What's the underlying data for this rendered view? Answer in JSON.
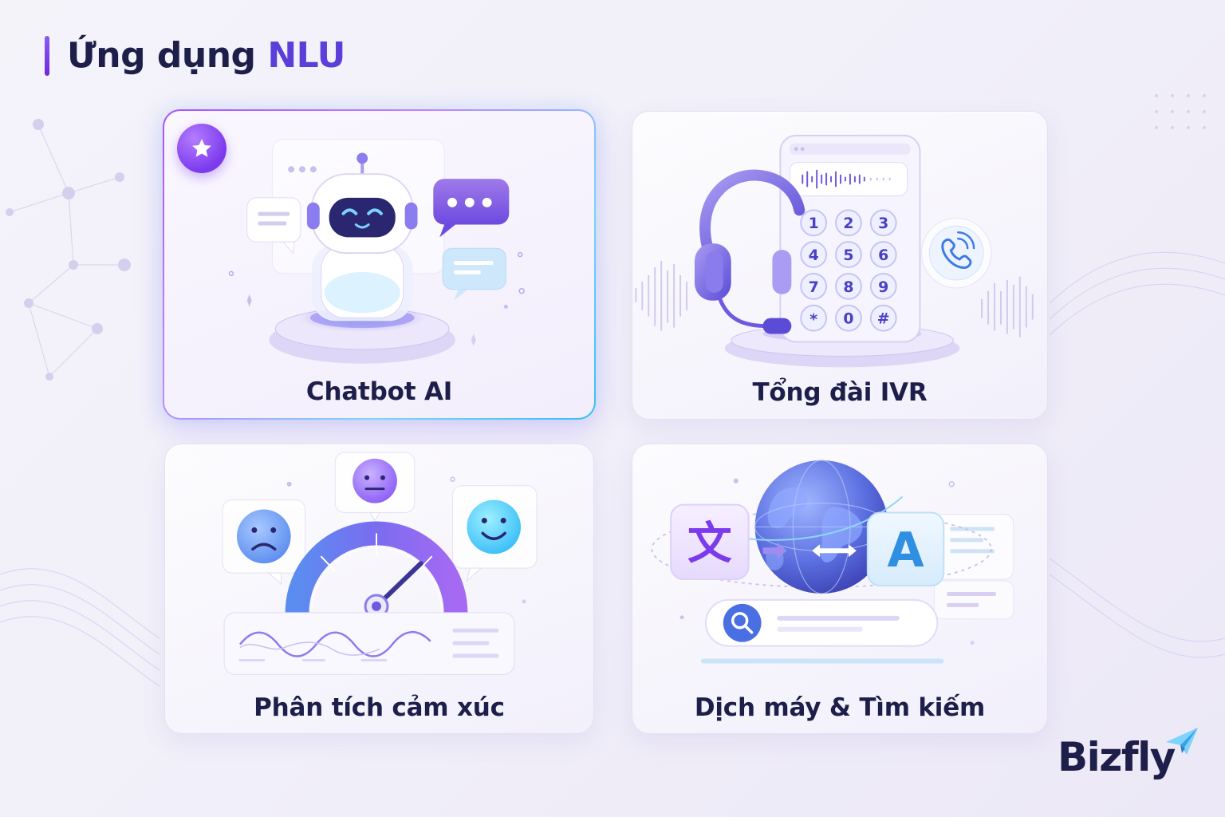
{
  "header": {
    "title_prefix": "Ứng dụng ",
    "title_highlight": "NLU"
  },
  "cards": [
    {
      "label": "Chatbot AI",
      "featured": true
    },
    {
      "label": "Tổng đài IVR",
      "featured": false,
      "keypad": [
        "1",
        "2",
        "3",
        "4",
        "5",
        "6",
        "7",
        "8",
        "9",
        "*",
        "0",
        "#"
      ]
    },
    {
      "label": "Phân tích cảm xúc",
      "featured": false
    },
    {
      "label": "Dịch máy & Tìm kiếm",
      "featured": false,
      "glyph_source": "文",
      "glyph_target": "A"
    }
  ],
  "brand": {
    "name": "Bizfly"
  },
  "colors": {
    "accent": "#5b3fd8",
    "purple": "#8b5cf6",
    "blue": "#5b8def",
    "cyan": "#38bdf8",
    "text": "#1e1e4a"
  }
}
